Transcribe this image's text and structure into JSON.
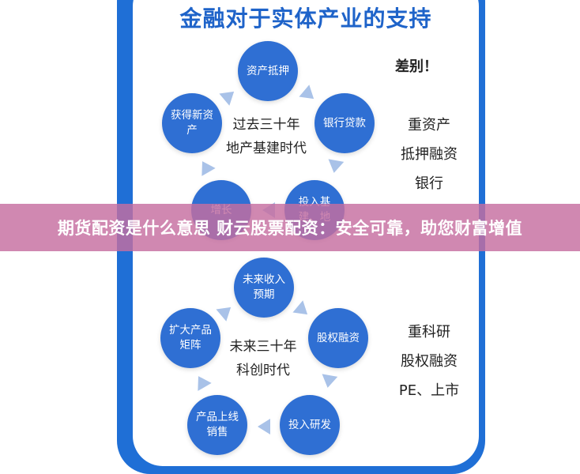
{
  "title": "金融对于实体产业的支持",
  "banner": "期货配资是什么意思 财云股票配资：安全可靠，助您财富增值",
  "diff_label": "差别！",
  "past": {
    "center_line1": "过去三十年",
    "center_line2": "地产基建时代",
    "nodes": {
      "top": "资产抵押",
      "right": "银行贷款",
      "bottom_right": "投入基建、地",
      "bottom_left": "增长",
      "left": "获得新资产"
    },
    "side": [
      "重资产",
      "抵押融资",
      "银行"
    ]
  },
  "future": {
    "center_line1": "未来三十年",
    "center_line2": "科创时代",
    "nodes": {
      "top": "未来收入预期",
      "right": "股权融资",
      "bottom_right": "投入研发",
      "bottom_left": "产品上线销售",
      "left": "扩大产品矩阵"
    },
    "side": [
      "重科研",
      "股权融资",
      "PE、上市"
    ]
  },
  "colors": {
    "frame": "#1f6fd6",
    "circle": "#2f6fd3",
    "arrow": "#a9c2e8",
    "banner": "#c66ea0",
    "title": "#1e63c9"
  }
}
